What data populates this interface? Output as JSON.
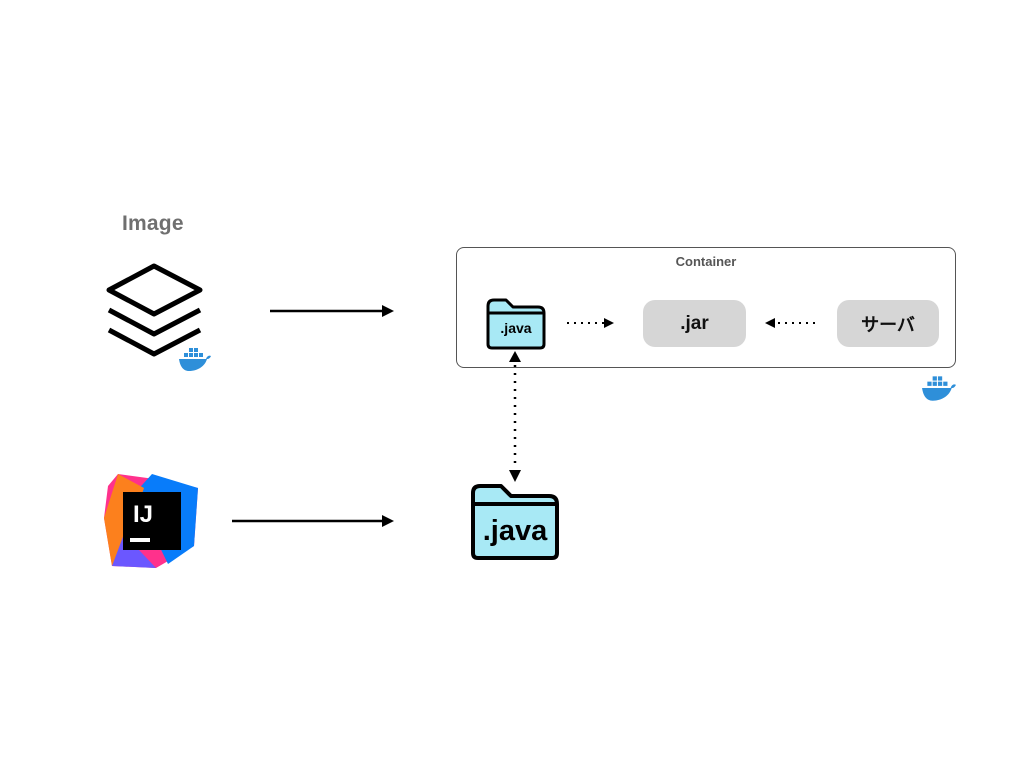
{
  "image_label": "Image",
  "container": {
    "label": "Container",
    "folder_label": ".java",
    "jar_label": ".jar",
    "server_label": "サーバ"
  },
  "host": {
    "folder_label": ".java",
    "ide_logo_text": "IJ"
  },
  "colors": {
    "folder_fill": "#a8e9f5",
    "pill_fill": "#d6d6d6",
    "docker_blue": "#2e8fd9",
    "label_gray": "#6f6f6f"
  },
  "icons": {
    "image_layers": "layers-stack-icon",
    "docker": "docker-whale-icon",
    "ide": "intellij-idea-logo-icon",
    "folder": "folder-icon"
  }
}
